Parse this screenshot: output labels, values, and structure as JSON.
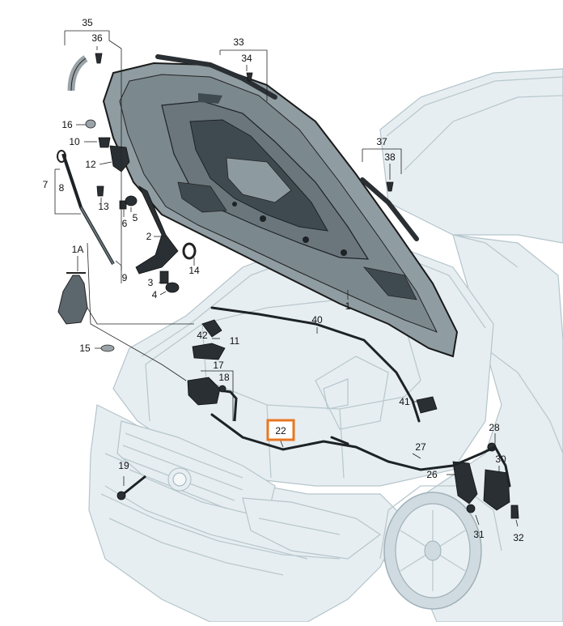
{
  "diagram": {
    "highlight_color": "#e87722",
    "labels": {
      "p1": "1",
      "p1a": "1A",
      "p2": "2",
      "p3": "3",
      "p4": "4",
      "p5": "5",
      "p6": "6",
      "p7": "7",
      "p8": "8",
      "p9": "9",
      "p10": "10",
      "p11": "11",
      "p12": "12",
      "p13": "13",
      "p14": "14",
      "p15": "15",
      "p16": "16",
      "p17": "17",
      "p18": "18",
      "p19": "19",
      "p22": "22",
      "p26": "26",
      "p27": "27",
      "p28": "28",
      "p30": "30",
      "p31": "31",
      "p32": "32",
      "p33": "33",
      "p34": "34",
      "p35": "35",
      "p36": "36",
      "p37": "37",
      "p38": "38",
      "p40": "40",
      "p41": "41",
      "p42": "42"
    }
  }
}
